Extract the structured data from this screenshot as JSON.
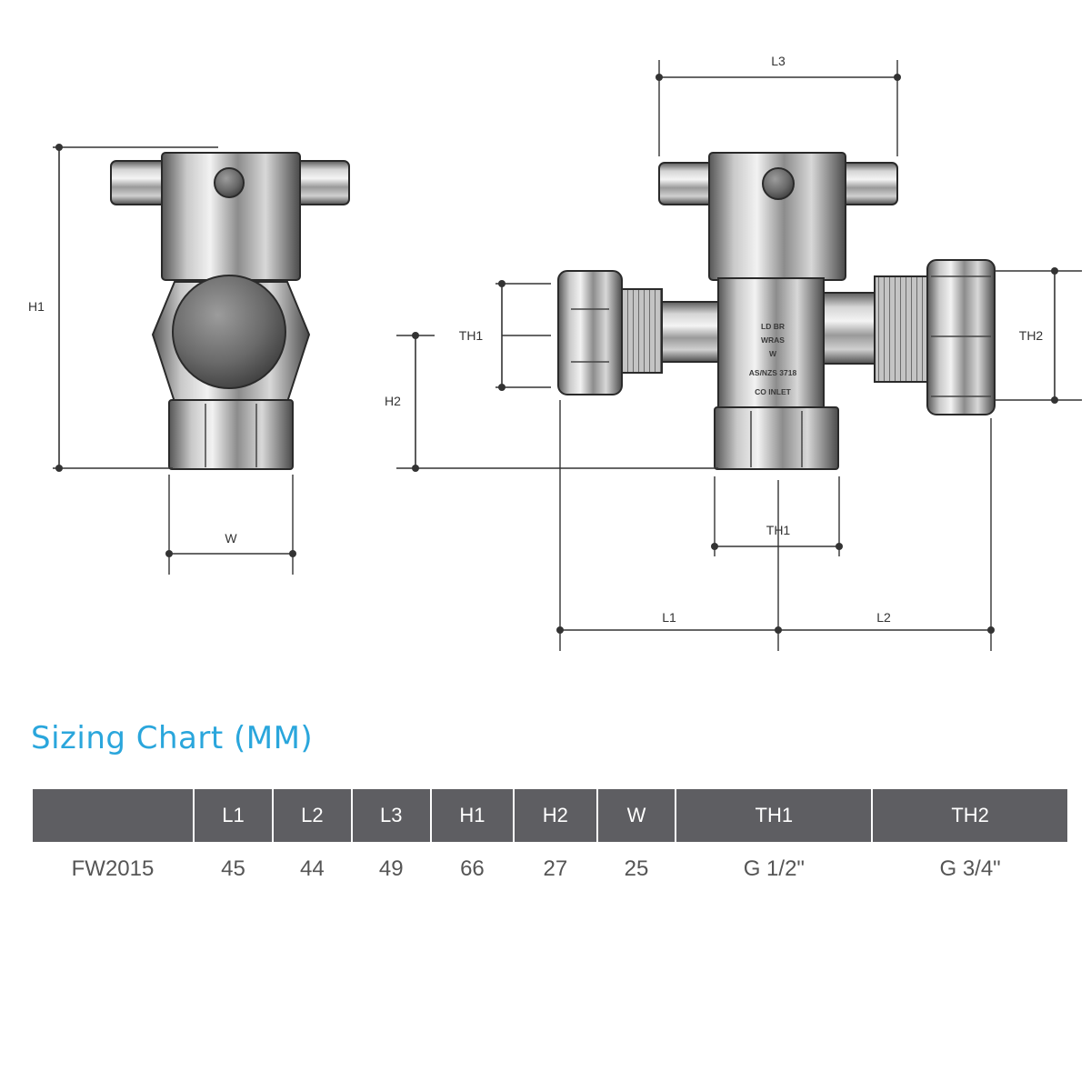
{
  "drawing": {
    "side_view": {
      "height_label": "H1",
      "width_label": "W"
    },
    "front_view": {
      "l3_label": "L3",
      "th1_label": "TH1",
      "th2_label": "TH2",
      "h2_label": "H2",
      "th1_bottom_label": "TH1",
      "l1_label": "L1",
      "l2_label": "L2",
      "body_stamp": [
        "LD BR",
        "WRAS",
        "W",
        "AS/NZS 3718",
        "CO INLET"
      ]
    }
  },
  "sizing_chart": {
    "title": "Sizing Chart (MM)",
    "columns": [
      "",
      "L1",
      "L2",
      "L3",
      "H1",
      "H2",
      "W",
      "TH1",
      "TH2"
    ],
    "rows": [
      [
        "FW2015",
        "45",
        "44",
        "49",
        "66",
        "27",
        "25",
        "G 1/2\"",
        "G 3/4\""
      ]
    ]
  }
}
